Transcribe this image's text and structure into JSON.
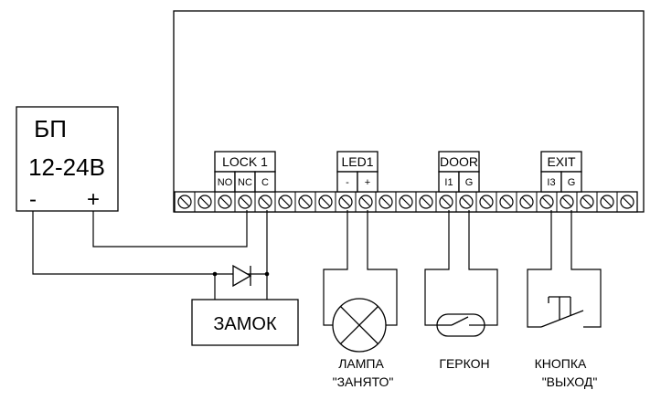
{
  "psu": {
    "title": "БП",
    "voltage": "12-24В",
    "minus": "-",
    "plus": "+"
  },
  "controller": {
    "groups": [
      {
        "name": "LOCK 1",
        "pins": [
          "NO",
          "NC",
          "C"
        ]
      },
      {
        "name": "LED1",
        "pins": [
          "-",
          "+"
        ]
      },
      {
        "name": "DOOR",
        "pins": [
          "I1",
          "G"
        ]
      },
      {
        "name": "EXIT",
        "pins": [
          "I3",
          "G"
        ]
      }
    ]
  },
  "lock": {
    "label": "ЗАМОК"
  },
  "lamp": {
    "line1": "ЛАМПА",
    "line2": "\"ЗАНЯТО\""
  },
  "reed": {
    "label": "ГЕРКОН"
  },
  "button": {
    "line1": "КНОПКА",
    "line2": "\"ВЫХОД\""
  }
}
